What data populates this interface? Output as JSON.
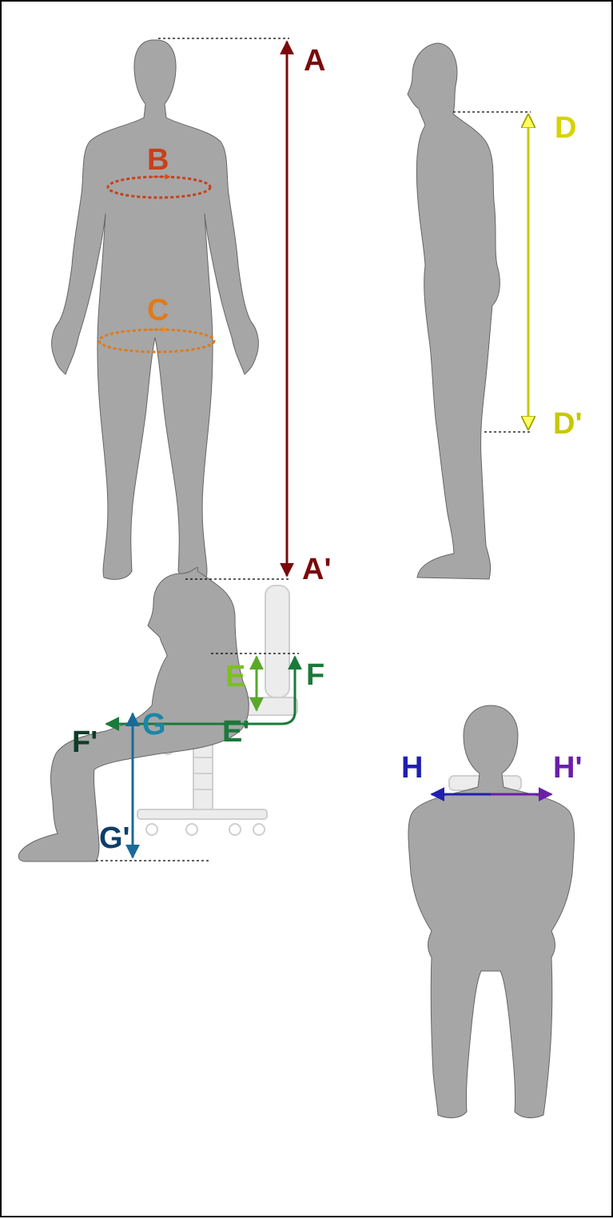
{
  "labels": {
    "A": "A",
    "A_end": "A'",
    "B": "B",
    "C": "C",
    "D": "D",
    "D_end": "D'",
    "E": "E",
    "E_end": "E'",
    "F": "F",
    "F_end": "F'",
    "G": "G",
    "G_end": "G'",
    "H": "H",
    "H_end": "H'"
  },
  "colors": {
    "A": "#7a0a0a",
    "B": "#c8401a",
    "C": "#e07a1a",
    "D": "#d6d400",
    "E": "#7cc11a",
    "F": "#1a7a3a",
    "F_end": "#0e3d2a",
    "G": "#1a86a8",
    "G_end": "#0e3d6a",
    "H": "#1f1fb0",
    "H_end": "#6a1fa8",
    "silhouette": "#a6a6a6"
  }
}
